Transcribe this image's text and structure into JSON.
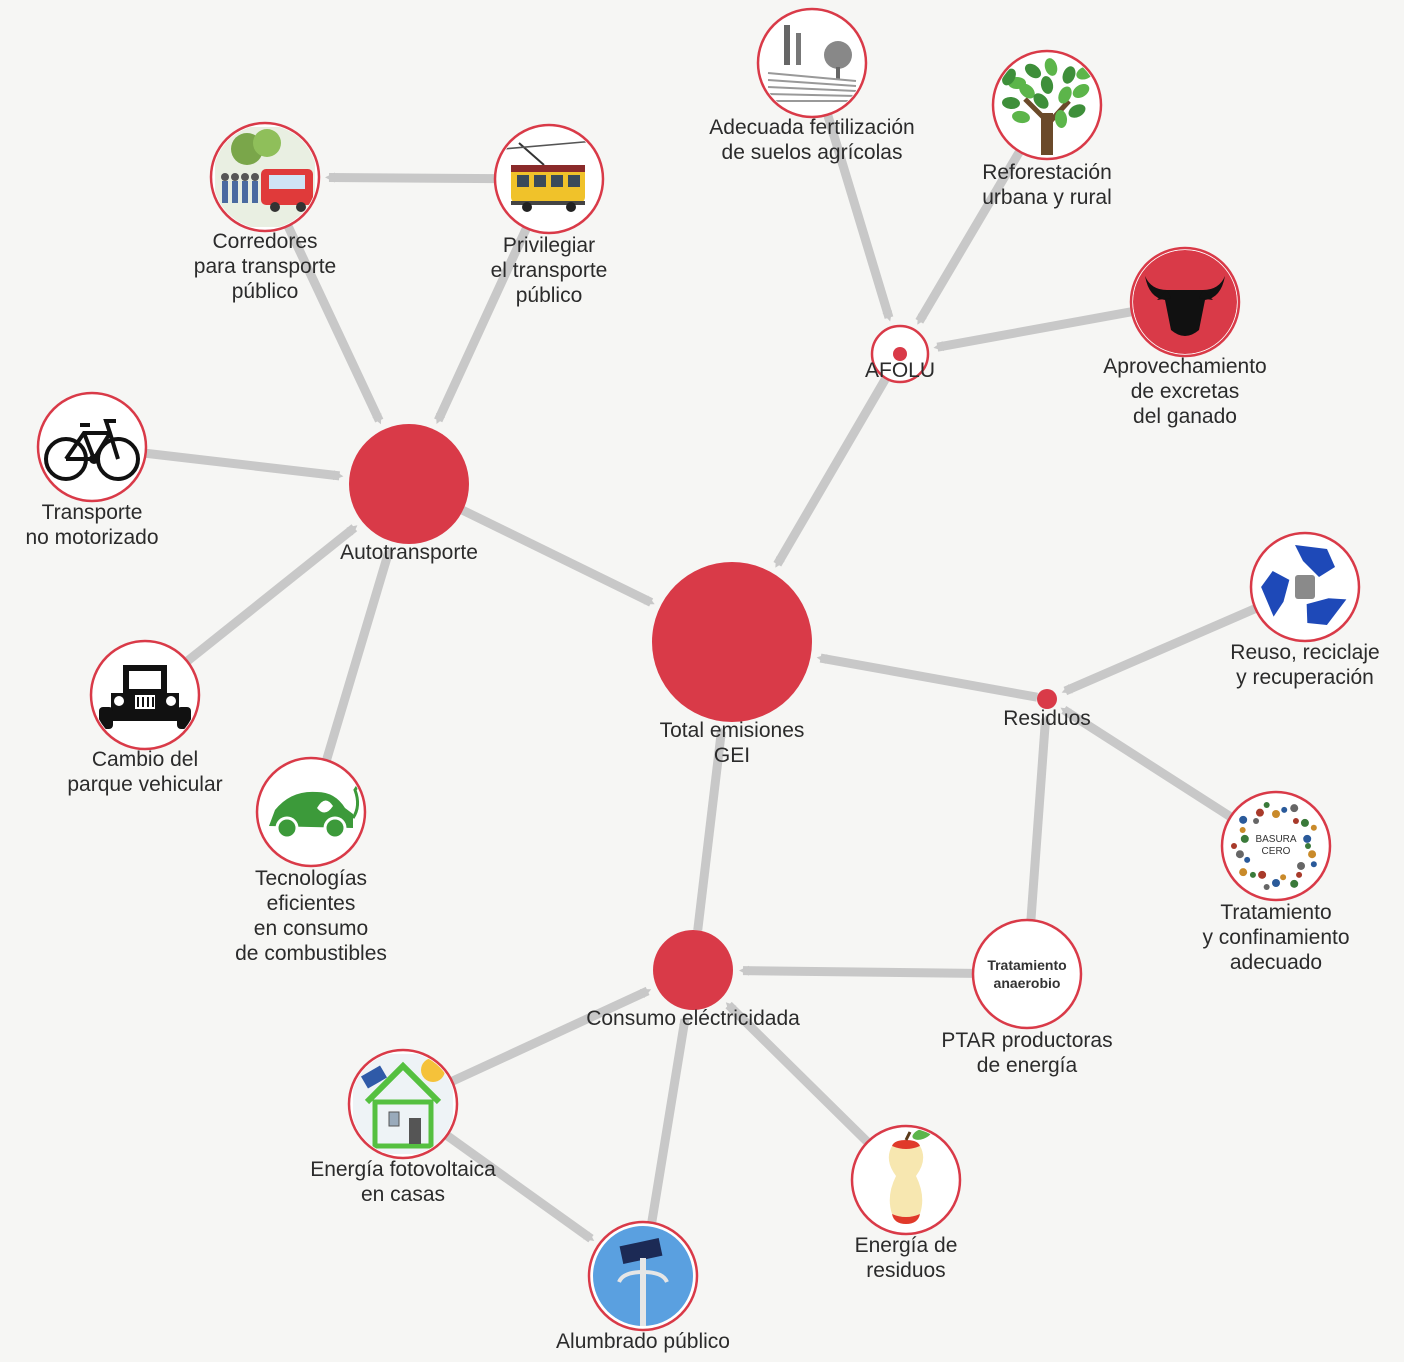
{
  "diagram": {
    "colors": {
      "accent": "#d93a48",
      "edge": "#c8c8c8",
      "ring": "#d93a48",
      "background": "#f6f6f4"
    },
    "nodes": {
      "total": {
        "lines": [
          "Total emisiones",
          "GEI"
        ],
        "kind": "hub"
      },
      "autotransporte": {
        "lines": [
          "Autotransporte"
        ],
        "kind": "hub"
      },
      "consumo": {
        "lines": [
          "Consumo eléctricidada"
        ],
        "kind": "hub"
      },
      "afolu": {
        "lines": [
          "AFOLU"
        ],
        "kind": "small-hub"
      },
      "residuos": {
        "lines": [
          "Residuos"
        ],
        "kind": "dot"
      },
      "corredores": {
        "lines": [
          "Corredores",
          "para transporte",
          "público"
        ],
        "icon": "bus-corridor-icon"
      },
      "privilegiar": {
        "lines": [
          "Privilegiar",
          "el transporte",
          "público"
        ],
        "icon": "tram-icon"
      },
      "bici": {
        "lines": [
          "Transporte",
          "no motorizado"
        ],
        "icon": "bicycle-icon"
      },
      "cambio": {
        "lines": [
          "Cambio del",
          "parque vehicular"
        ],
        "icon": "vintage-car-icon"
      },
      "tecnologias": {
        "lines": [
          "Tecnologías",
          "eficientes",
          "en consumo",
          "de combustibles"
        ],
        "icon": "green-car-icon"
      },
      "fertilizacion": {
        "lines": [
          "Adecuada fertilización",
          "de suelos agrícolas"
        ],
        "icon": "farmland-icon"
      },
      "reforestacion": {
        "lines": [
          "Reforestación",
          "urbana y rural"
        ],
        "icon": "tree-icon"
      },
      "excretas": {
        "lines": [
          "Aprovechamiento",
          "de excretas",
          "del ganado"
        ],
        "icon": "bull-icon"
      },
      "reuso": {
        "lines": [
          "Reuso, reciclaje",
          "y recuperación"
        ],
        "icon": "recycle-icon"
      },
      "tratamiento": {
        "lines": [
          "Tratamiento",
          "y confinamiento",
          "adecuado"
        ],
        "icon": "basura-cero-icon",
        "icon_text": [
          "BASURA",
          "CERO"
        ]
      },
      "ptar": {
        "lines": [
          "PTAR productoras",
          "de energía"
        ],
        "icon": "anaerobic-treatment-icon",
        "icon_text": [
          "Tratamiento",
          "anaerobio"
        ]
      },
      "fotovoltaica": {
        "lines": [
          "Energía fotovoltaica",
          "en casas"
        ],
        "icon": "solar-house-icon"
      },
      "alumbrado": {
        "lines": [
          "Alumbrado público"
        ],
        "icon": "solar-streetlight-icon"
      },
      "energia_residuos": {
        "lines": [
          "Energía de",
          "residuos"
        ],
        "icon": "apple-core-icon"
      }
    },
    "edges": [
      [
        "privilegiar",
        "corredores"
      ],
      [
        "corredores",
        "autotransporte"
      ],
      [
        "privilegiar",
        "autotransporte"
      ],
      [
        "bici",
        "autotransporte"
      ],
      [
        "cambio",
        "autotransporte"
      ],
      [
        "tecnologias",
        "autotransporte"
      ],
      [
        "autotransporte",
        "total"
      ],
      [
        "fertilizacion",
        "afolu"
      ],
      [
        "reforestacion",
        "afolu"
      ],
      [
        "excretas",
        "afolu"
      ],
      [
        "afolu",
        "total"
      ],
      [
        "reuso",
        "residuos"
      ],
      [
        "tratamiento",
        "residuos"
      ],
      [
        "ptar",
        "residuos"
      ],
      [
        "residuos",
        "total"
      ],
      [
        "ptar",
        "consumo"
      ],
      [
        "fotovoltaica",
        "consumo"
      ],
      [
        "fotovoltaica",
        "alumbrado"
      ],
      [
        "alumbrado",
        "consumo"
      ],
      [
        "energia_residuos",
        "consumo"
      ],
      [
        "consumo",
        "total"
      ]
    ]
  }
}
